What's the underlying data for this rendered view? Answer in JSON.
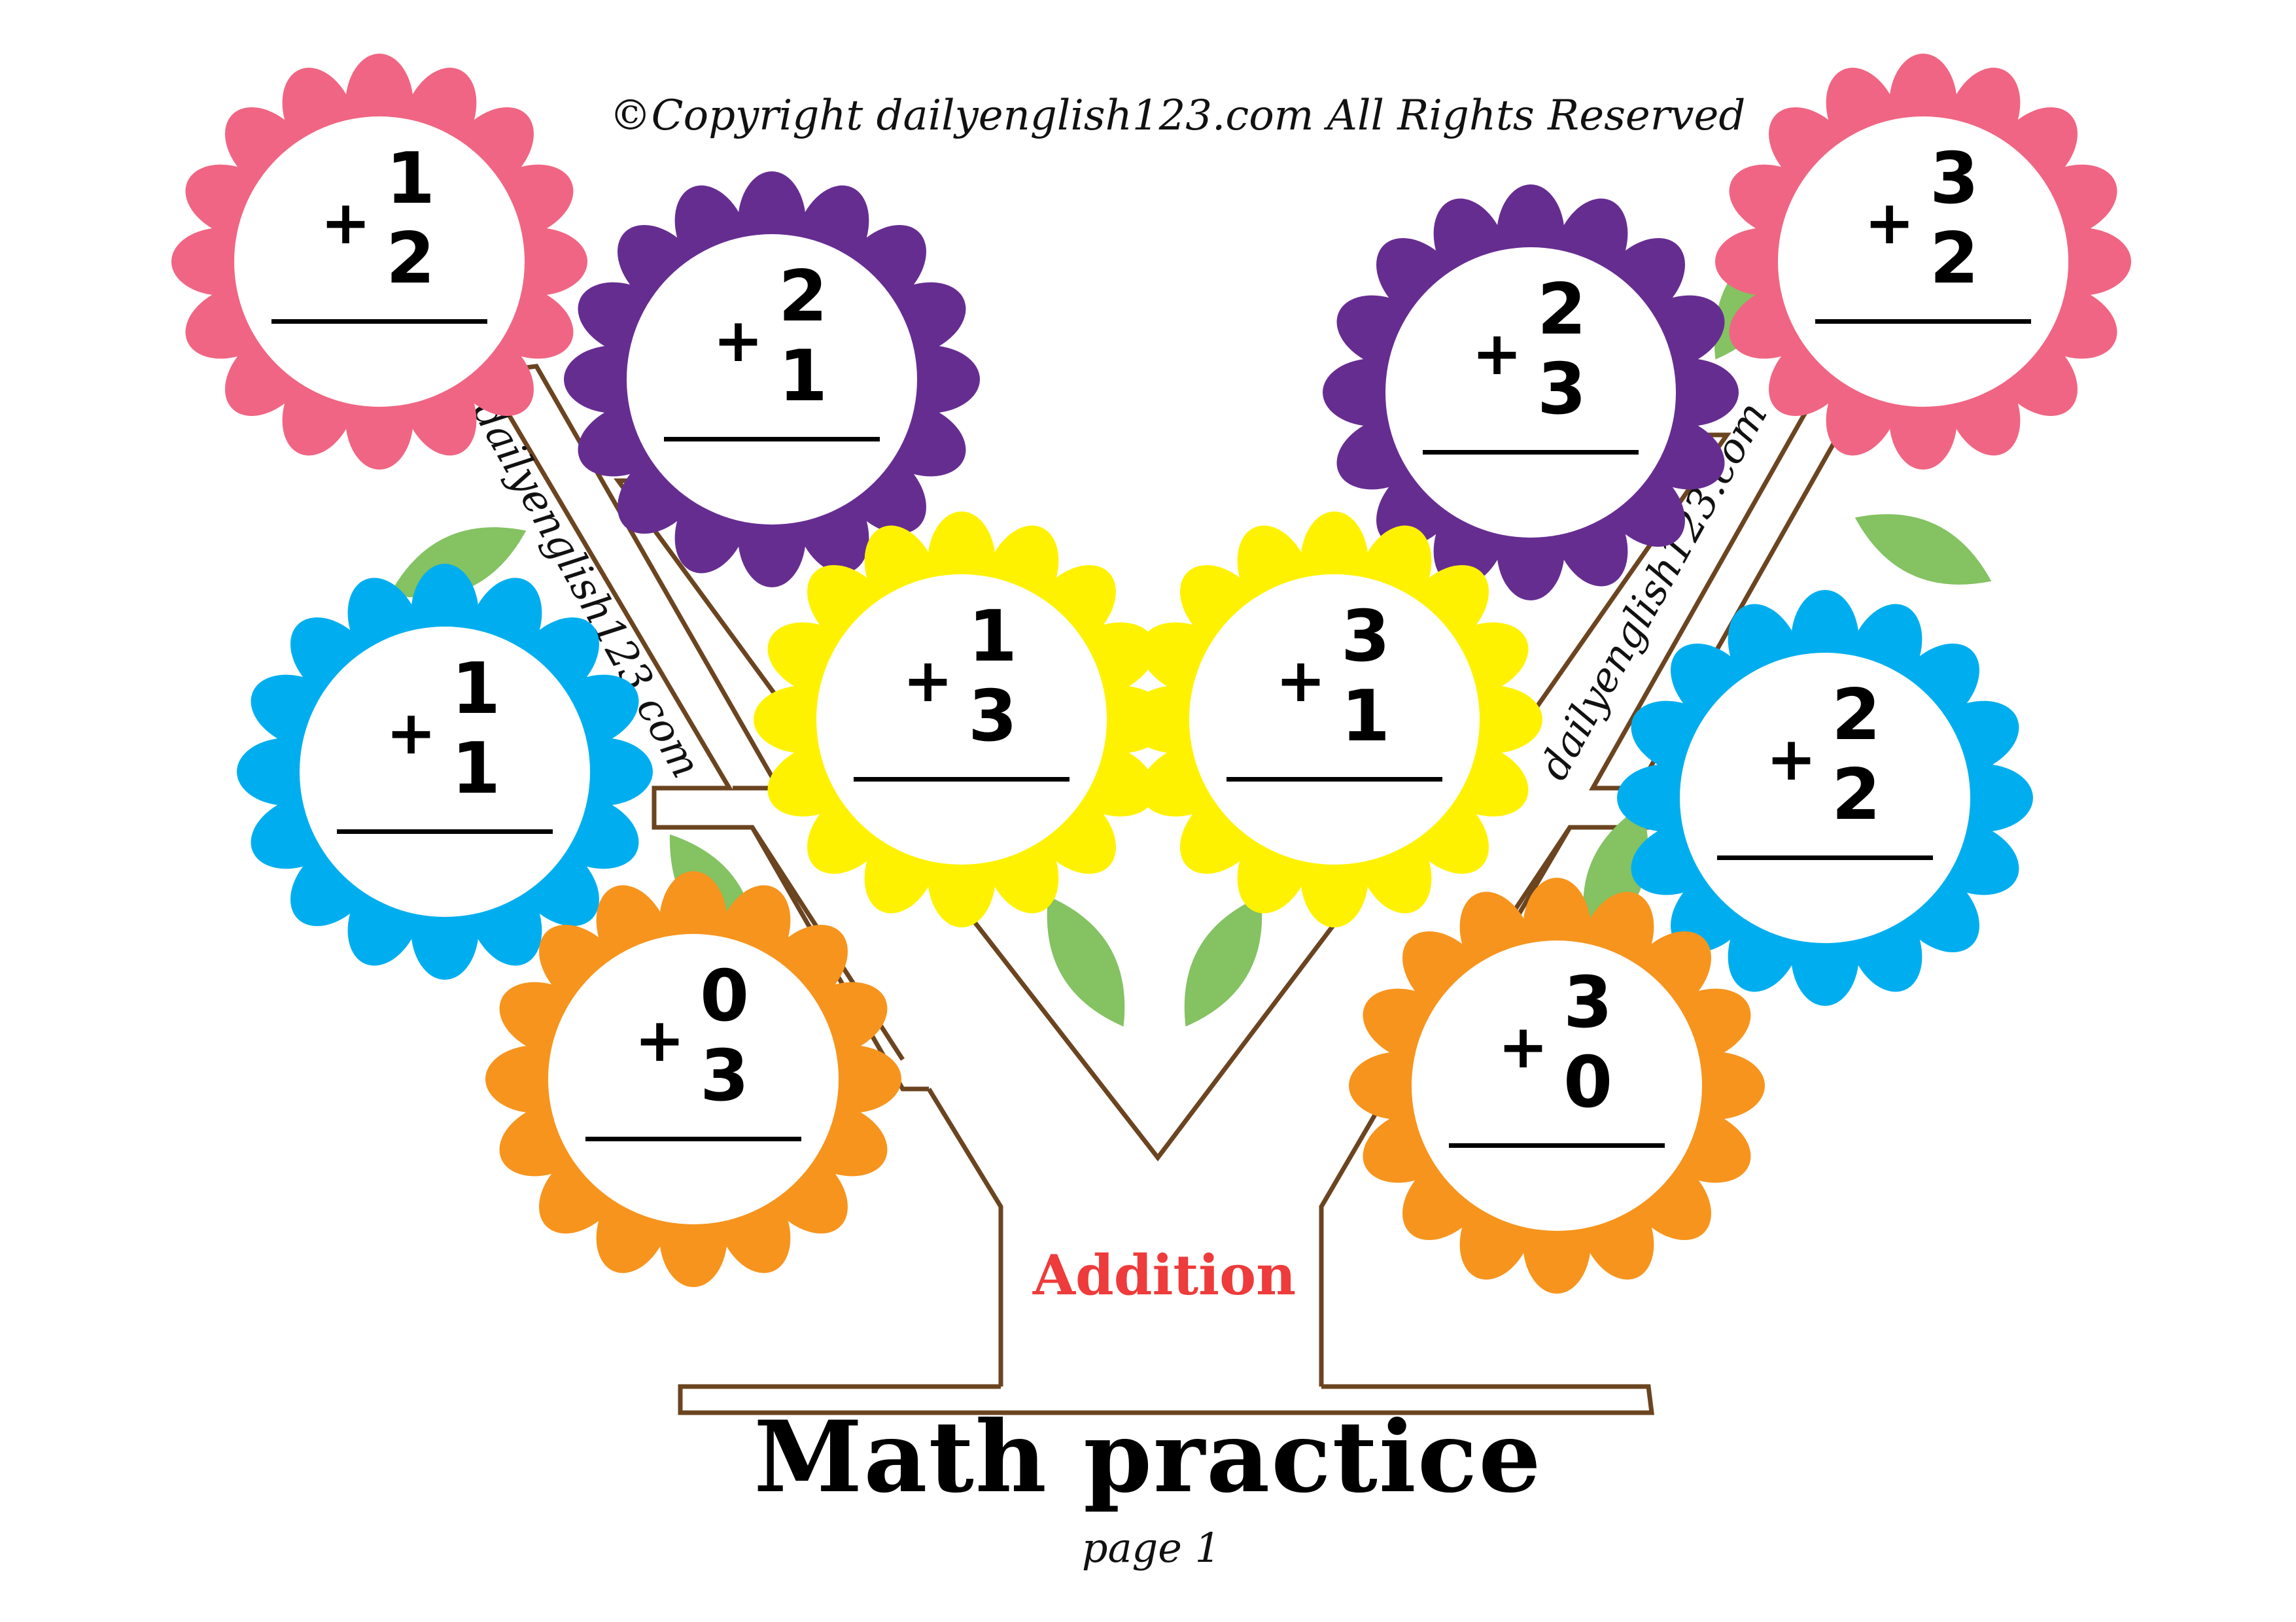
{
  "copyright": "©Copyright dailyenglish123.com  All Rights Reserved",
  "watermark": "dailyenglish123.com",
  "subject": "Addition",
  "title": "Math practice",
  "page": "page 1",
  "colors": {
    "pink": "#f06583",
    "purple": "#662d91",
    "yellow": "#fff200",
    "blue": "#00aeef",
    "orange": "#f7941d",
    "leaf": "#84c262",
    "trunk": "#6b4420",
    "subject": "#ee3b3b"
  },
  "problems": [
    {
      "id": "p1",
      "color": "pink",
      "top": "1",
      "operator": "+",
      "bottom": "2"
    },
    {
      "id": "p2",
      "color": "purple",
      "top": "2",
      "operator": "+",
      "bottom": "1"
    },
    {
      "id": "p3",
      "color": "purple",
      "top": "2",
      "operator": "+",
      "bottom": "3"
    },
    {
      "id": "p4",
      "color": "pink",
      "top": "3",
      "operator": "+",
      "bottom": "2"
    },
    {
      "id": "p5",
      "color": "blue",
      "top": "1",
      "operator": "+",
      "bottom": "1"
    },
    {
      "id": "p6",
      "color": "yellow",
      "top": "1",
      "operator": "+",
      "bottom": "3"
    },
    {
      "id": "p7",
      "color": "yellow",
      "top": "3",
      "operator": "+",
      "bottom": "1"
    },
    {
      "id": "p8",
      "color": "blue",
      "top": "2",
      "operator": "+",
      "bottom": "2"
    },
    {
      "id": "p9",
      "color": "orange",
      "top": "0",
      "operator": "+",
      "bottom": "3"
    },
    {
      "id": "p10",
      "color": "orange",
      "top": "3",
      "operator": "+",
      "bottom": "0"
    }
  ]
}
